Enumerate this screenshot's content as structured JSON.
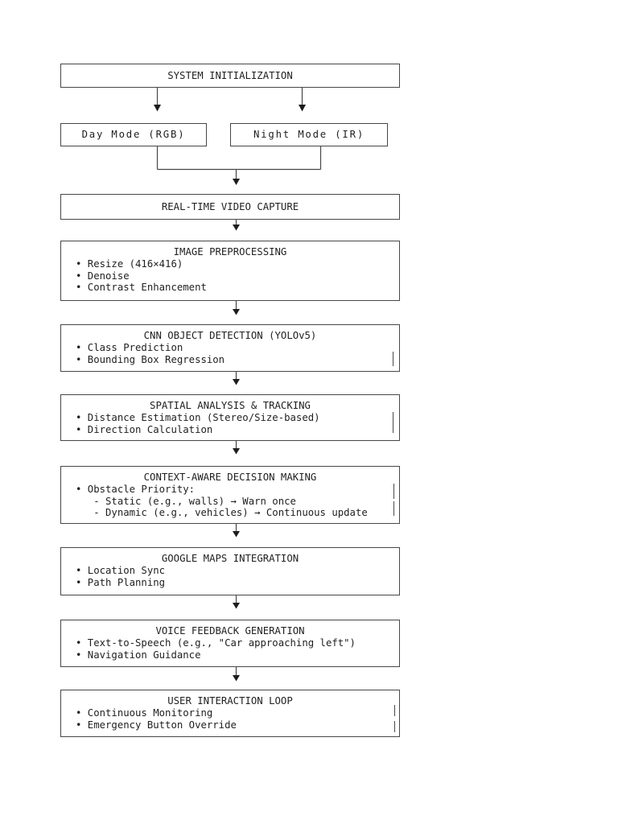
{
  "colors": {
    "background": "#ffffff",
    "text": "#1f1f1f",
    "border": "#474747",
    "arrow": "#1c1c1c"
  },
  "nodes": [
    {
      "key": "system-initialization",
      "title": "SYSTEM INITIALIZATION",
      "lines": []
    },
    {
      "key": "day-mode",
      "title": "Day Mode (RGB)",
      "lines": []
    },
    {
      "key": "night-mode",
      "title": "Night Mode (IR)",
      "lines": []
    },
    {
      "key": "real-time-video-capture",
      "title": "REAL-TIME VIDEO CAPTURE",
      "lines": []
    },
    {
      "key": "image-preprocessing",
      "title": "IMAGE PREPROCESSING",
      "lines": [
        "• Resize (416×416)",
        "• Denoise",
        "• Contrast Enhancement"
      ]
    },
    {
      "key": "cnn-object-detection",
      "title": "CNN OBJECT DETECTION (YOLOv5)",
      "lines": [
        "• Class Prediction",
        "• Bounding Box Regression"
      ]
    },
    {
      "key": "spatial-analysis-tracking",
      "title": "SPATIAL ANALYSIS & TRACKING",
      "lines": [
        "• Distance Estimation (Stereo/Size-based)",
        "• Direction Calculation"
      ]
    },
    {
      "key": "context-aware-decision-making",
      "title": "CONTEXT-AWARE DECISION MAKING",
      "lines": [
        "• Obstacle Priority:",
        "   - Static (e.g., walls) → Warn once",
        "   - Dynamic (e.g., vehicles) → Continuous update"
      ]
    },
    {
      "key": "google-maps-integration",
      "title": "GOOGLE MAPS INTEGRATION",
      "lines": [
        "• Location Sync",
        "• Path Planning"
      ]
    },
    {
      "key": "voice-feedback-generation",
      "title": "VOICE FEEDBACK GENERATION",
      "lines": [
        "• Text-to-Speech (e.g., \"Car approaching left\")",
        "• Navigation Guidance"
      ]
    },
    {
      "key": "user-interaction-loop",
      "title": "USER INTERACTION LOOP",
      "lines": [
        "• Continuous Monitoring",
        "• Emergency Button Override"
      ]
    }
  ]
}
